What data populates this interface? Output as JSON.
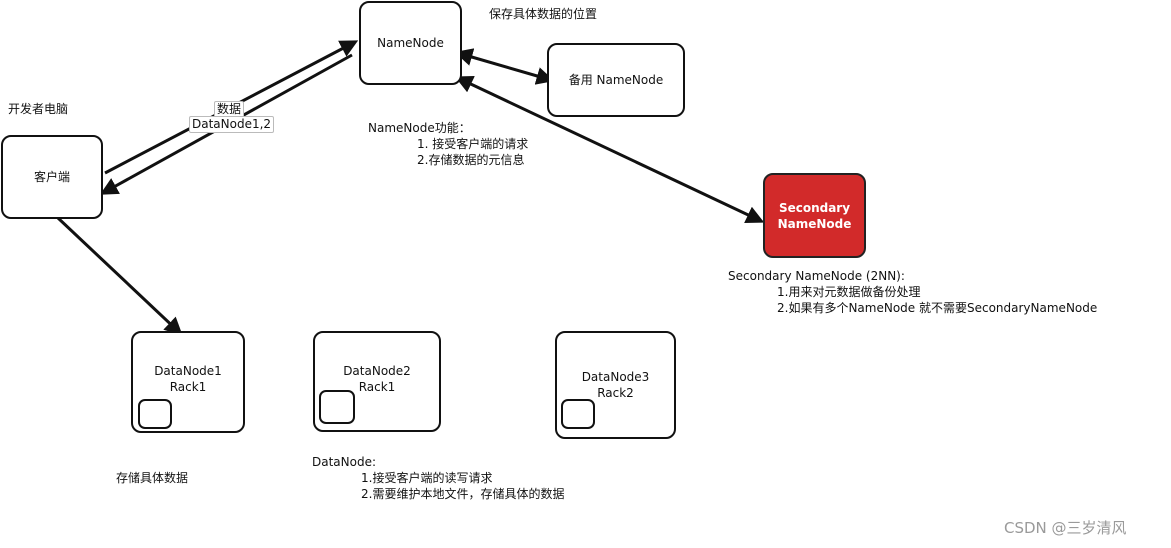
{
  "nodes": {
    "namenode": "NameNode",
    "backup": "备用 NameNode",
    "client": "客户端",
    "secondary": [
      "Secondary",
      "NameNode"
    ],
    "dn1": [
      "DataNode1",
      "Rack1"
    ],
    "dn2": [
      "DataNode2",
      "Rack1"
    ],
    "dn3": [
      "DataNode3",
      "Rack2"
    ]
  },
  "labels": {
    "save_location": "保存具体数据的位置",
    "dev_pc": "开发者电脑",
    "edge_data": "数据",
    "edge_datanode": "DataNode1,2",
    "store_data": "存储具体数据",
    "watermark": "CSDN @三岁清风"
  },
  "notes": {
    "namenode": {
      "title": "NameNode功能：",
      "items": [
        "1. 接受客户端的请求",
        "2.存储数据的元信息"
      ]
    },
    "secondary": {
      "title": "Secondary NameNode (2NN):",
      "items": [
        "1.用来对元数据做备份处理",
        "2.如果有多个NameNode 就不需要SecondaryNameNode"
      ]
    },
    "datanode": {
      "title": "DataNode:",
      "items": [
        "1.接受客户端的读写请求",
        "2.需要维护本地文件，存储具体的数据"
      ]
    }
  },
  "colors": {
    "secondary_fill": "#d22a2a",
    "stroke": "#111111"
  }
}
